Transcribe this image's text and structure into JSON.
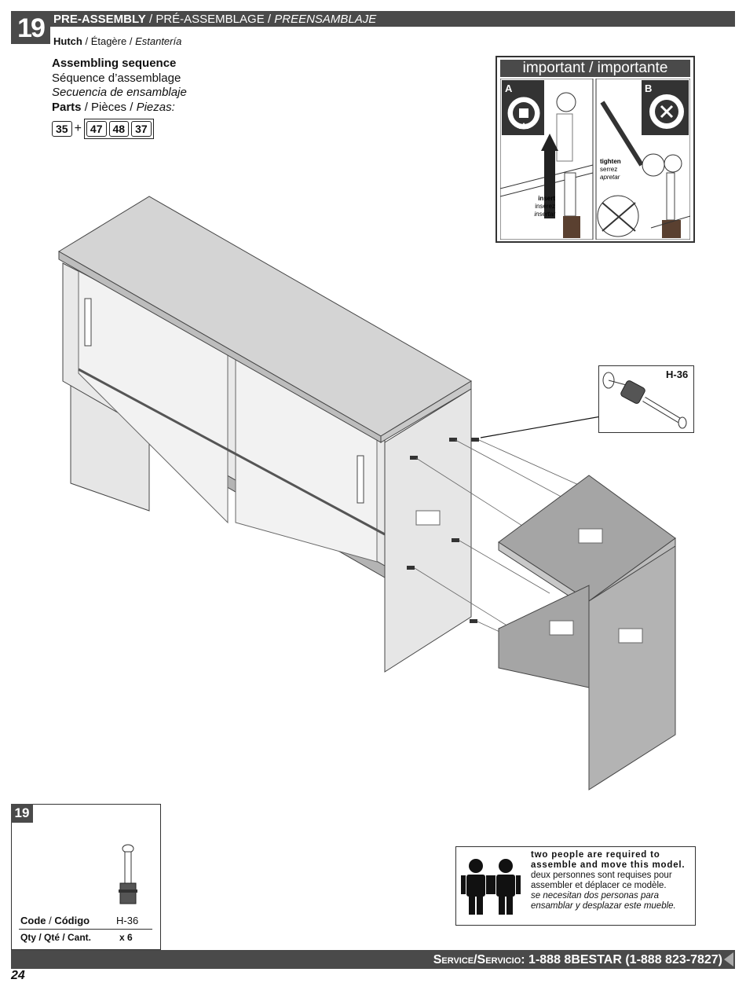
{
  "header": {
    "step": "19",
    "title_bold": "PRE-ASSEMBLY",
    "title_fr": "PRÉ-ASSEMBLAGE",
    "title_es": "PREENSAMBLAJE",
    "sep": " / "
  },
  "subtitle": {
    "en": "Hutch",
    "fr": "Étagère",
    "es": "Estantería",
    "sep": " / "
  },
  "sequence": {
    "en": "Assembling sequence",
    "fr": "Séquence d’assemblage",
    "es": "Secuencia de ensamblaje",
    "parts_en": "Parts",
    "parts_rest": " / Pièces / ",
    "parts_es": "Piezas:"
  },
  "parts": {
    "first": "35",
    "plus": "+",
    "group": [
      "47",
      "48",
      "37"
    ]
  },
  "important": {
    "title": "important / importante",
    "panel_a": "A",
    "panel_b": "B",
    "insert_en": "insert",
    "insert_fr": "insérez",
    "insert_es": "insertar",
    "tighten_en": "tighten",
    "tighten_fr": "serrez",
    "tighten_es": "apretar"
  },
  "hardware_callout": {
    "label": "H-36"
  },
  "hardware_box": {
    "step": "19",
    "code_label_en": "Code",
    "code_label_es": "Código",
    "code_value": "H-36",
    "qty_label": "Qty / Qté / Cant.",
    "qty_value": "x 6"
  },
  "people_notice": {
    "en": "two people are required to assemble and move this model.",
    "fr": "deux personnes sont requises pour assembler et déplacer ce modèle.",
    "es": "se necesitan dos personas para ensamblar y desplazar este mueble."
  },
  "footer": {
    "service": "Service/Servicio:",
    "phone": "1-888 8BESTAR (1-888 823-7827)"
  },
  "page_number": "24",
  "colors": {
    "bar": "#4a4a4a",
    "panel": "#b9b9b9",
    "panel_dark": "#9a9a9a"
  }
}
